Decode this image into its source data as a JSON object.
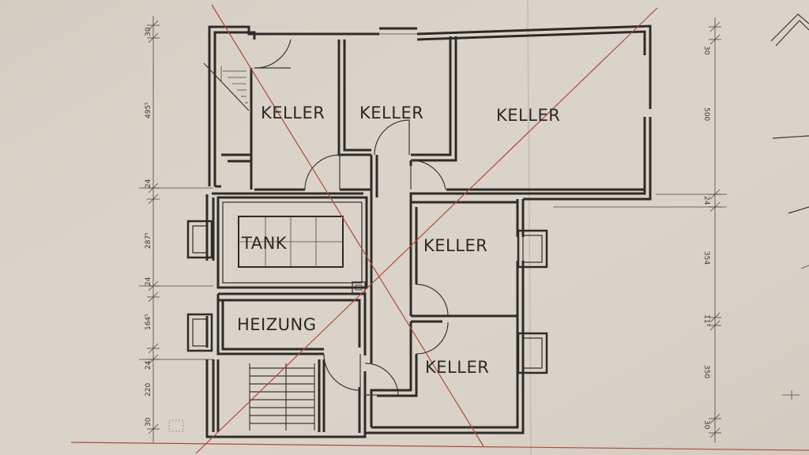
{
  "rooms": {
    "keller_1": "KELLER",
    "keller_2": "KELLER",
    "keller_3": "KELLER",
    "keller_4": "KELLER",
    "keller_5": "KELLER",
    "tank": "TANK",
    "heizung": "HEIZUNG"
  },
  "dimensions_left": {
    "d1": "30",
    "d2": "495⁵",
    "d3": "24",
    "d4": "287⁵",
    "d5": "24",
    "d6": "164⁵",
    "d7": "24",
    "d8": "220",
    "d9": "30"
  },
  "dimensions_right": {
    "d1": "30",
    "d2": "500",
    "d3": "24",
    "d4": "354",
    "d5": "11⁵",
    "d6": "350",
    "d7": "30"
  },
  "colors": {
    "paper": "#d9d3c9",
    "ink": "#2e2c29",
    "cross_out": "#b5483a"
  }
}
